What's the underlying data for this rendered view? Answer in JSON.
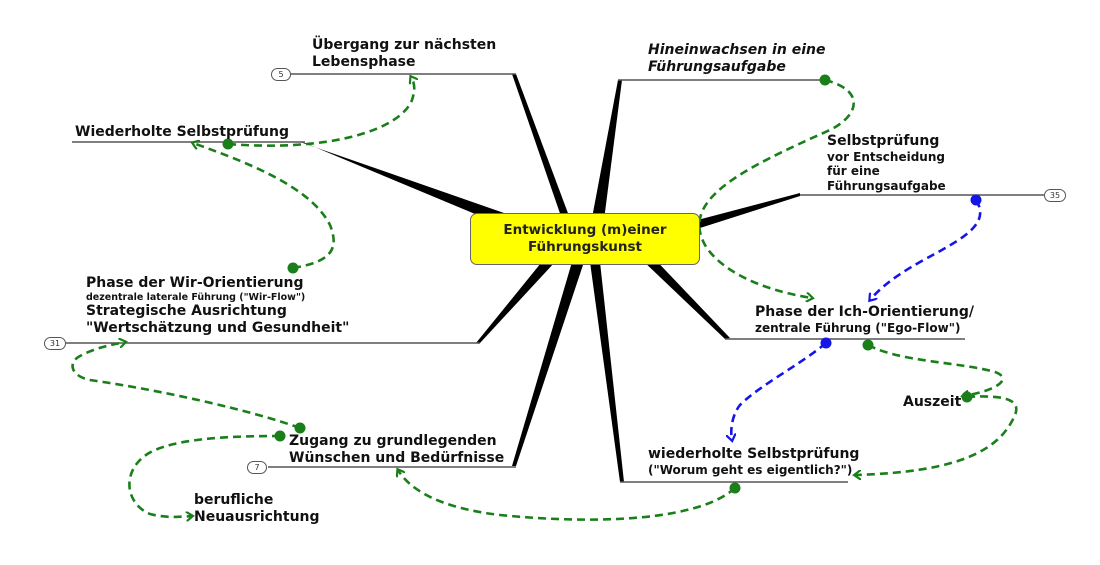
{
  "diagram": {
    "type": "mind-map",
    "colors": {
      "center_fill": "#ffff00",
      "branch": "#000000",
      "underline": "#555555",
      "flow_green": "#1a7f1a",
      "flow_blue": "#1515e6",
      "background": "#ffffff"
    },
    "center": {
      "line1": "Entwicklung (m)einer",
      "line2": "Führungskunst"
    },
    "topics": {
      "uebergang": {
        "line1": "Übergang zur nächsten",
        "line2": "Lebensphase",
        "badge": "5"
      },
      "wiederholte_left": {
        "line1": "Wiederholte Selbstprüfung"
      },
      "wir": {
        "line1": "Phase der Wir-Orientierung",
        "line2": "dezentrale laterale Führung (\"Wir-Flow\")",
        "line3": "Strategische Ausrichtung",
        "line4": "\"Wertschätzung und Gesundheit\"",
        "badge": "31"
      },
      "zugang": {
        "line1": "Zugang zu grundlegenden",
        "line2": "Wünschen und Bedürfnisse",
        "badge": "7"
      },
      "beruflich": {
        "line1": "berufliche",
        "line2": "Neuausrichtung"
      },
      "hinein": {
        "line1": "Hineinwachsen in eine",
        "line2": "Führungsaufgabe"
      },
      "selbst": {
        "line1": "Selbstprüfung",
        "line2": "vor Entscheidung",
        "line3": "für eine",
        "line4": "Führungsaufgabe",
        "badge": "35"
      },
      "ich": {
        "line1": "Phase der Ich-Orientierung/",
        "line2": "zentrale Führung (\"Ego-Flow\")"
      },
      "auszeit": {
        "line1": "Auszeit"
      },
      "wiederholte_right": {
        "line1": "wiederholte Selbstprüfung",
        "line2": "(\"Worum geht es eigentlich?\")"
      }
    }
  }
}
